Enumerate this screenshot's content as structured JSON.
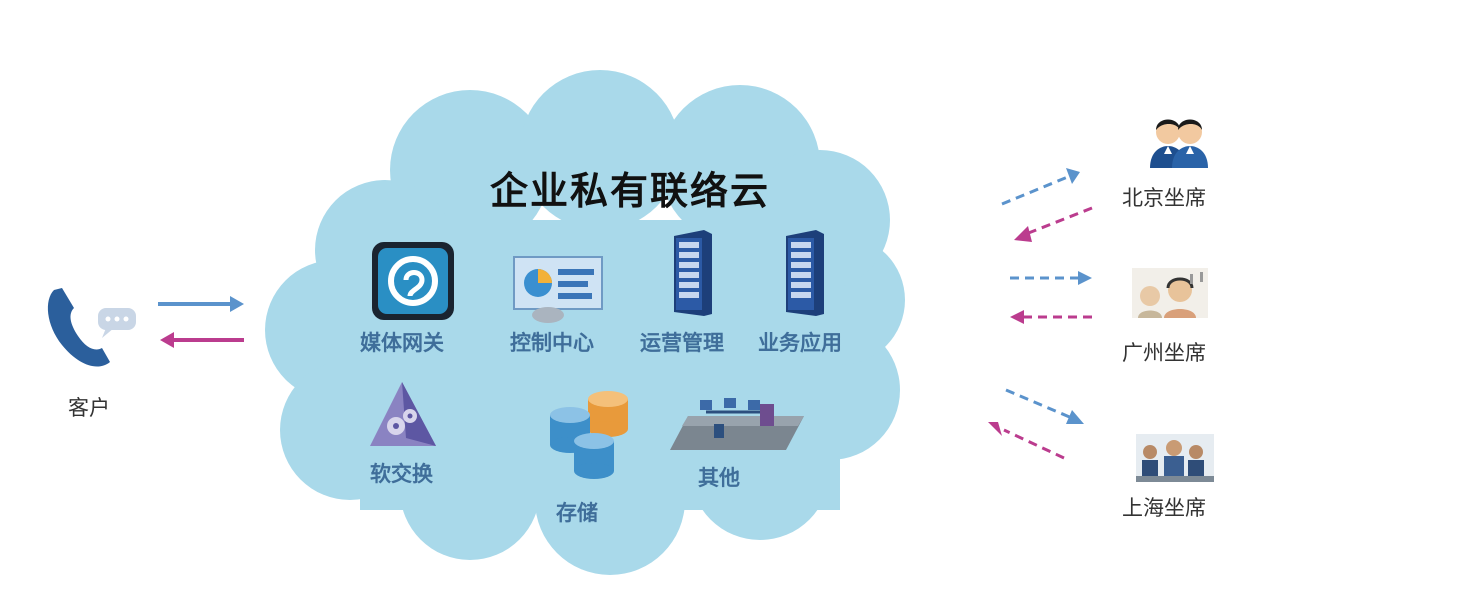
{
  "diagram": {
    "title": "企业私有联络云",
    "customer": {
      "label": "客户",
      "icon": "phone-icon"
    },
    "services": [
      {
        "label": "媒体网关",
        "icon": "media-gateway-icon"
      },
      {
        "label": "控制中心",
        "icon": "control-center-icon"
      },
      {
        "label": "运营管理",
        "icon": "server-rack-icon"
      },
      {
        "label": "业务应用",
        "icon": "server-rack-icon"
      },
      {
        "label": "软交换",
        "icon": "softswitch-icon"
      },
      {
        "label": "存储",
        "icon": "storage-icon"
      },
      {
        "label": "其他",
        "icon": "network-icon"
      }
    ],
    "agents": [
      {
        "label": "北京坐席",
        "icon": "agents-icon"
      },
      {
        "label": "广州坐席",
        "icon": "headset-agent-icon"
      },
      {
        "label": "上海坐席",
        "icon": "call-center-icon"
      }
    ],
    "colors": {
      "cloud": "#a9d9ea",
      "outbound_arrow": "#5b93cc",
      "inbound_arrow": "#bb3c8e",
      "service_text": "#3f6e9a"
    }
  }
}
